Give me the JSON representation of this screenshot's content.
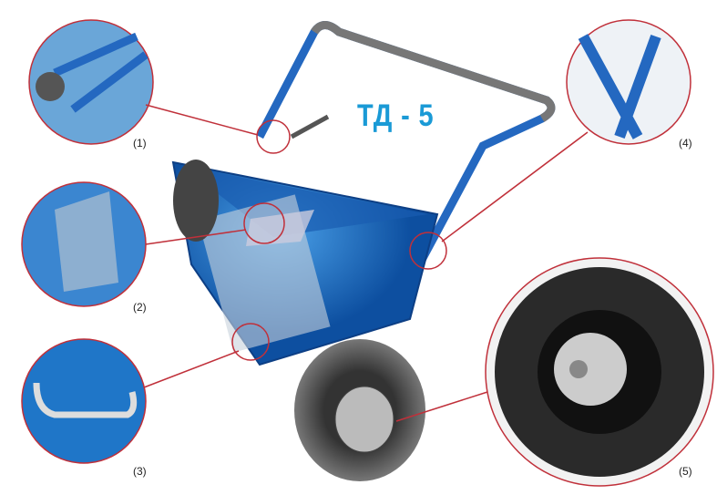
{
  "title": "ТД - 5",
  "callouts": [
    {
      "label": "(1)",
      "detail": "handle-hinge"
    },
    {
      "label": "(2)",
      "detail": "hopper-agitator"
    },
    {
      "label": "(3)",
      "detail": "side-handle"
    },
    {
      "label": "(4)",
      "detail": "frame-joint"
    },
    {
      "label": "(5)",
      "detail": "wheel"
    }
  ],
  "colors": {
    "title": "#1a9ad6",
    "frame": "#1f5fb0",
    "callout_ring": "#c0303a"
  }
}
